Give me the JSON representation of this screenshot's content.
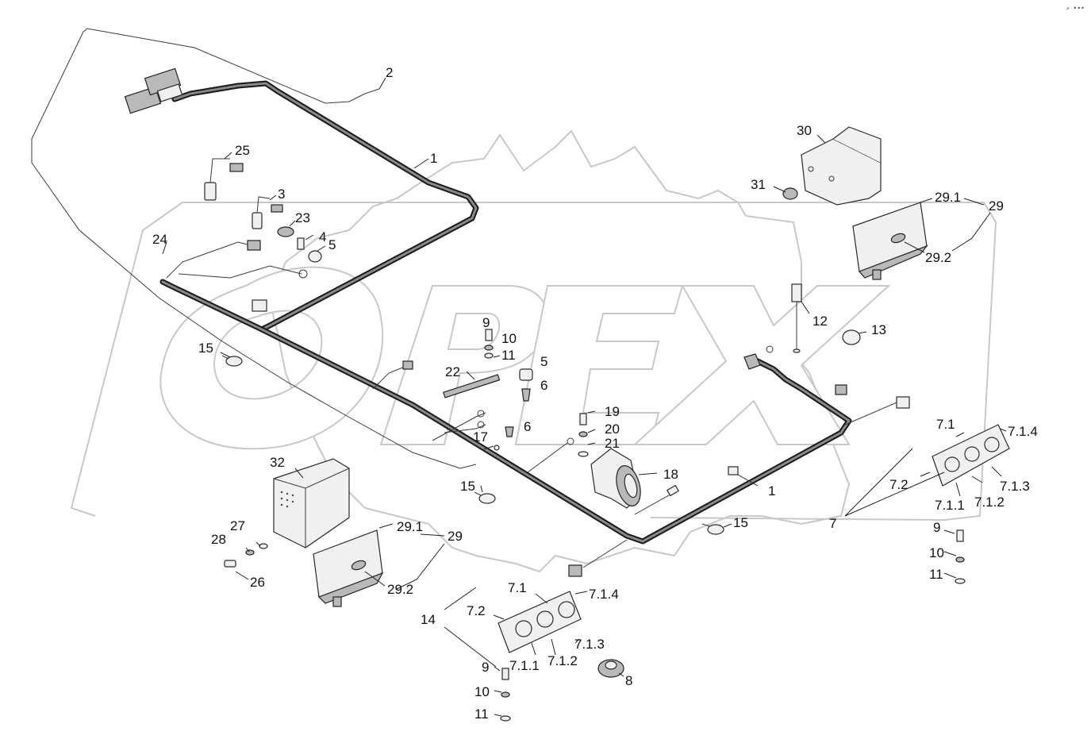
{
  "corner_mark": "↗ •••",
  "watermark": {
    "text": "OPEX"
  },
  "callouts": [
    {
      "id": "label-1-top",
      "text": "1"
    },
    {
      "id": "label-1-mid",
      "text": "1"
    },
    {
      "id": "label-2",
      "text": "2"
    },
    {
      "id": "label-3",
      "text": "3"
    },
    {
      "id": "label-4",
      "text": "4"
    },
    {
      "id": "label-5-a",
      "text": "5"
    },
    {
      "id": "label-5-b",
      "text": "5"
    },
    {
      "id": "label-6-a",
      "text": "6"
    },
    {
      "id": "label-6-b",
      "text": "6"
    },
    {
      "id": "label-7",
      "text": "7"
    },
    {
      "id": "label-7-1-r",
      "text": "7.1"
    },
    {
      "id": "label-7-1-4-r",
      "text": "7.1.4"
    },
    {
      "id": "label-7-2-r",
      "text": "7.2"
    },
    {
      "id": "label-7-1-3-r",
      "text": "7.1.3"
    },
    {
      "id": "label-7-1-1-r",
      "text": "7.1.1"
    },
    {
      "id": "label-7-1-2-r",
      "text": "7.1.2"
    },
    {
      "id": "label-7-1-b",
      "text": "7.1"
    },
    {
      "id": "label-7-1-4-b",
      "text": "7.1.4"
    },
    {
      "id": "label-7-2-b",
      "text": "7.2"
    },
    {
      "id": "label-7-1-3-b",
      "text": "7.1.3"
    },
    {
      "id": "label-7-1-1-b",
      "text": "7.1.1"
    },
    {
      "id": "label-7-1-2-b",
      "text": "7.1.2"
    },
    {
      "id": "label-8",
      "text": "8"
    },
    {
      "id": "label-9-a",
      "text": "9"
    },
    {
      "id": "label-10-a",
      "text": "10"
    },
    {
      "id": "label-11-a",
      "text": "11"
    },
    {
      "id": "label-9-r",
      "text": "9"
    },
    {
      "id": "label-10-r",
      "text": "10"
    },
    {
      "id": "label-11-r",
      "text": "11"
    },
    {
      "id": "label-9-b",
      "text": "9"
    },
    {
      "id": "label-10-b",
      "text": "10"
    },
    {
      "id": "label-11-b",
      "text": "11"
    },
    {
      "id": "label-12",
      "text": "12"
    },
    {
      "id": "label-13",
      "text": "13"
    },
    {
      "id": "label-14",
      "text": "14"
    },
    {
      "id": "label-15-a",
      "text": "15"
    },
    {
      "id": "label-15-b",
      "text": "15"
    },
    {
      "id": "label-15-c",
      "text": "15"
    },
    {
      "id": "label-17",
      "text": "17"
    },
    {
      "id": "label-18",
      "text": "18"
    },
    {
      "id": "label-19",
      "text": "19"
    },
    {
      "id": "label-20",
      "text": "20"
    },
    {
      "id": "label-21",
      "text": "21"
    },
    {
      "id": "label-22",
      "text": "22"
    },
    {
      "id": "label-23",
      "text": "23"
    },
    {
      "id": "label-24",
      "text": "24"
    },
    {
      "id": "label-25",
      "text": "25"
    },
    {
      "id": "label-26",
      "text": "26"
    },
    {
      "id": "label-27",
      "text": "27"
    },
    {
      "id": "label-28",
      "text": "28"
    },
    {
      "id": "label-29-r",
      "text": "29"
    },
    {
      "id": "label-29-1-r",
      "text": "29.1"
    },
    {
      "id": "label-29-2-r",
      "text": "29.2"
    },
    {
      "id": "label-29-l",
      "text": "29"
    },
    {
      "id": "label-29-1-l",
      "text": "29.1"
    },
    {
      "id": "label-29-2-l",
      "text": "29.2"
    },
    {
      "id": "label-30",
      "text": "30"
    },
    {
      "id": "label-31",
      "text": "31"
    },
    {
      "id": "label-32",
      "text": "32"
    }
  ]
}
